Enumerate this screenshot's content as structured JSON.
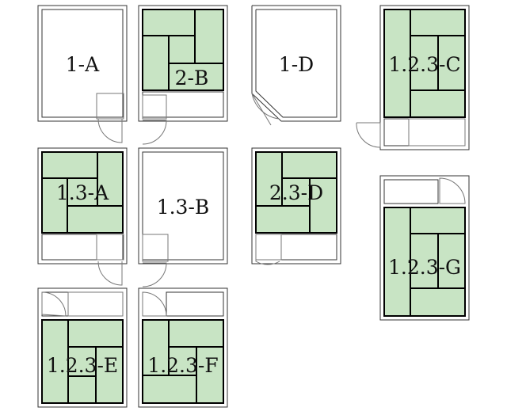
{
  "rooms": [
    {
      "id": "r1a",
      "label": "1-A"
    },
    {
      "id": "r2b",
      "label": "2-B"
    },
    {
      "id": "r1d",
      "label": "1-D"
    },
    {
      "id": "r123c",
      "label": "1.2.3-C"
    },
    {
      "id": "r13a",
      "label": "1.3-A"
    },
    {
      "id": "r13b",
      "label": "1.3-B"
    },
    {
      "id": "r23d",
      "label": "2.3-D"
    },
    {
      "id": "r123g",
      "label": "1.2.3-G"
    },
    {
      "id": "r123e",
      "label": "1.2.3-E"
    },
    {
      "id": "r123f",
      "label": "1.2.3-F"
    }
  ],
  "colors": {
    "tatami": "#c8e4c4",
    "wall": "#333333"
  }
}
